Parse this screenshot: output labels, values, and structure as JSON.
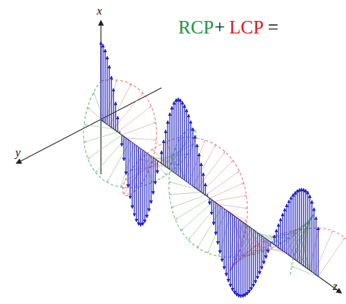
{
  "diagram": {
    "labels": [
      "RCP",
      "+",
      "LCP",
      "=",
      "x",
      "y",
      "z"
    ]
  }
}
